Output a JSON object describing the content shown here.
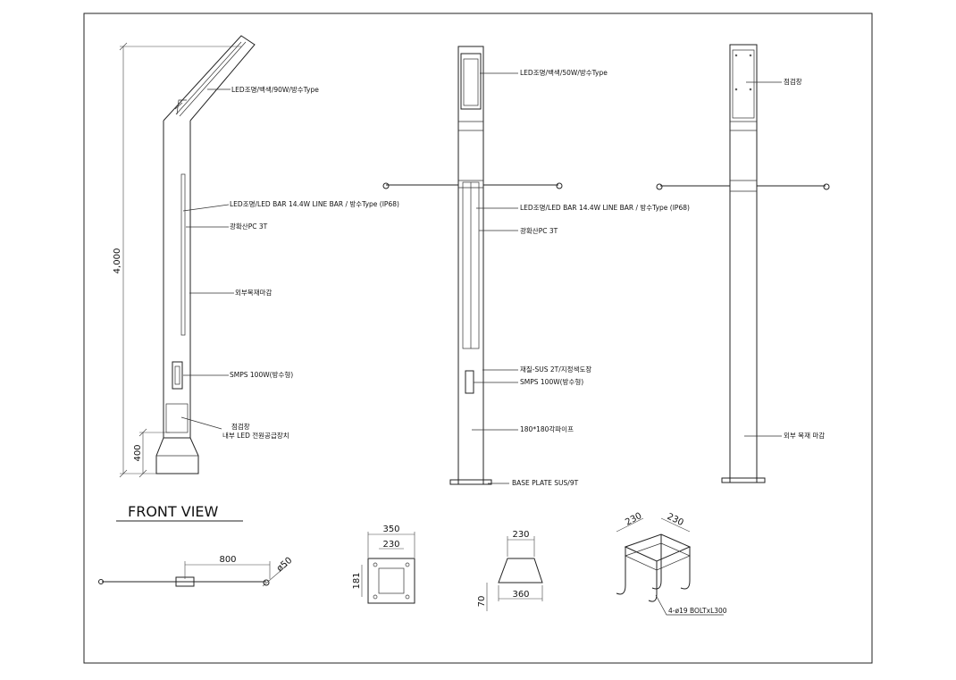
{
  "labels": {
    "front": {
      "led_head": "LED조명/백색/90W/방수Type",
      "led_bar": "LED조명/LED BAR 14.4W  LINE BAR / 방수Type (IP68)",
      "pc": "광확산PC 3T",
      "wood": "외부목재마감",
      "smps": "SMPS 100W(방수형)",
      "inspect1": "점검창",
      "inspect2": "내부 LED 전원공급장치",
      "height_total": "4,000",
      "height_base": "400",
      "view_title": "FRONT VIEW"
    },
    "side": {
      "led_head": "LED조명/백색/50W/방수Type",
      "led_bar": "LED조명/LED BAR 14.4W  LINE BAR / 방수Type (IP68)",
      "pc": "광확산PC 3T",
      "material": "재질-SUS 2T/지정색도장",
      "smps": "SMPS 100W(방수형)",
      "pipe": "180*180각파이프",
      "base_plate": "BASE PLATE SUS/9T"
    },
    "rear": {
      "inspect": "점검창",
      "wood": "외부 목재 마감"
    },
    "details": {
      "arm_length": "800",
      "arm_dia": "ø50",
      "plate_outer": "350",
      "plate_inner": "230",
      "plate_hole": "181",
      "base_top": "230",
      "base_bottom": "360",
      "base_h": "70",
      "anchor_w1": "230",
      "anchor_w2": "230",
      "anchor_bolt": "4-ø19  BOLTxL300"
    }
  }
}
